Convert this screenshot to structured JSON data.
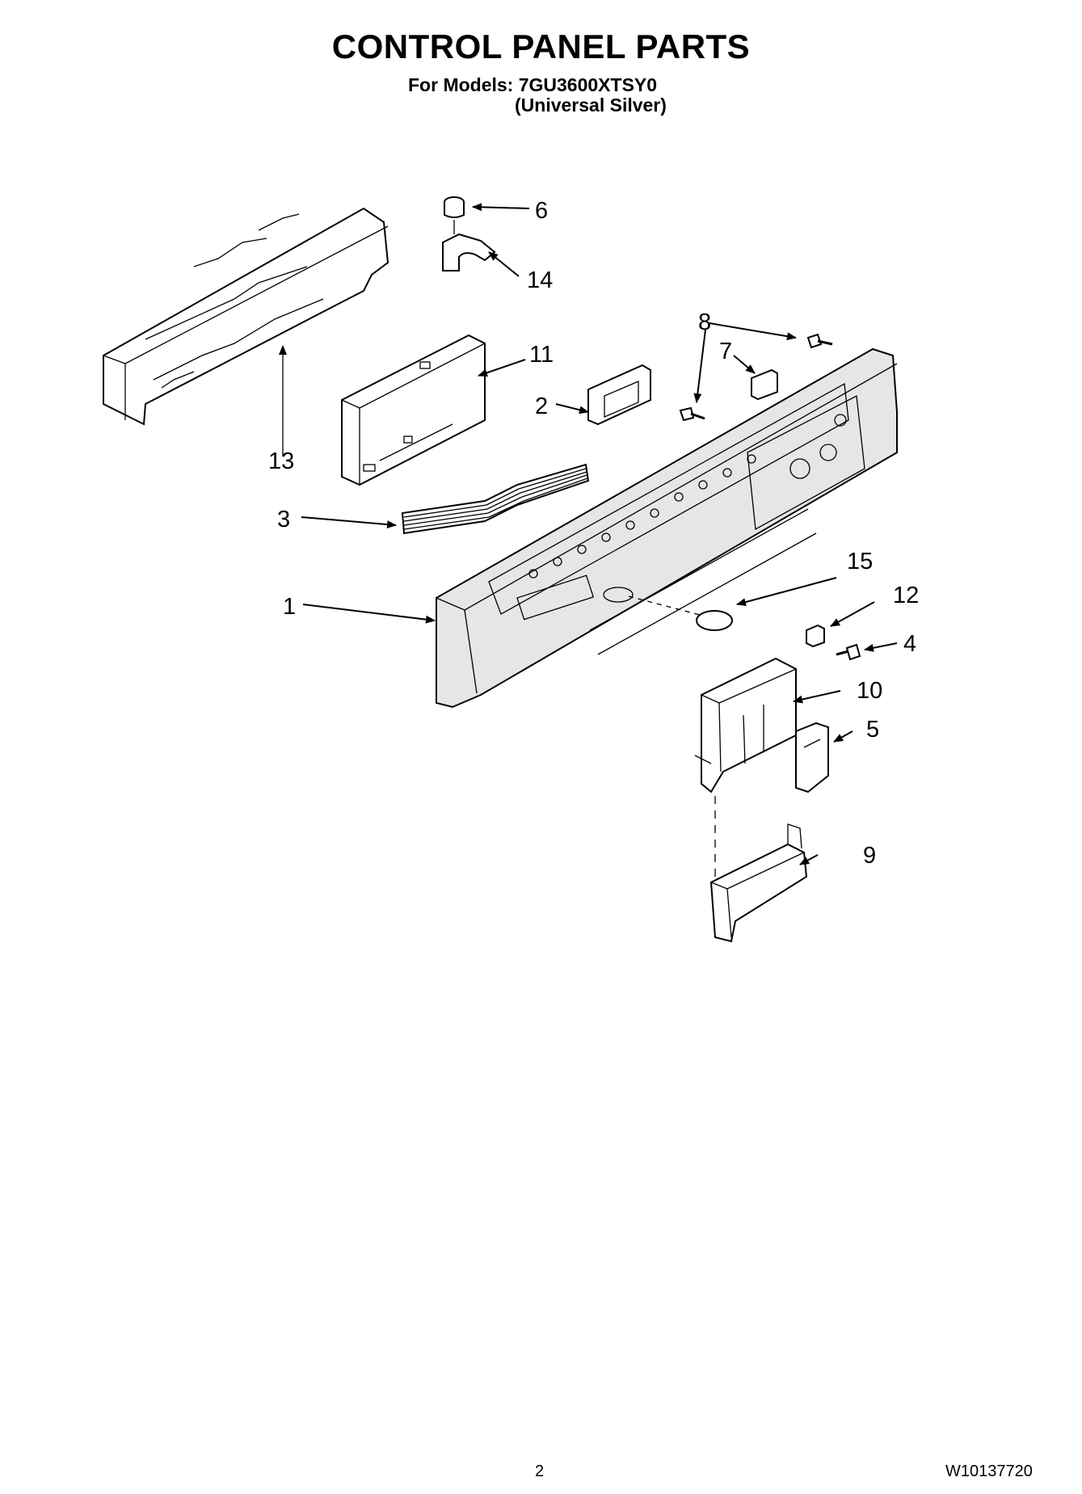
{
  "header": {
    "title": "CONTROL PANEL PARTS",
    "models_line": "For Models: 7GU3600XTSY0",
    "variant_line": "(Universal Silver)"
  },
  "callouts": [
    "1",
    "2",
    "3",
    "4",
    "5",
    "6",
    "7",
    "8",
    "9",
    "10",
    "11",
    "12",
    "13",
    "14",
    "15"
  ],
  "footer": {
    "page_number": "2",
    "document_number": "W10137720"
  }
}
